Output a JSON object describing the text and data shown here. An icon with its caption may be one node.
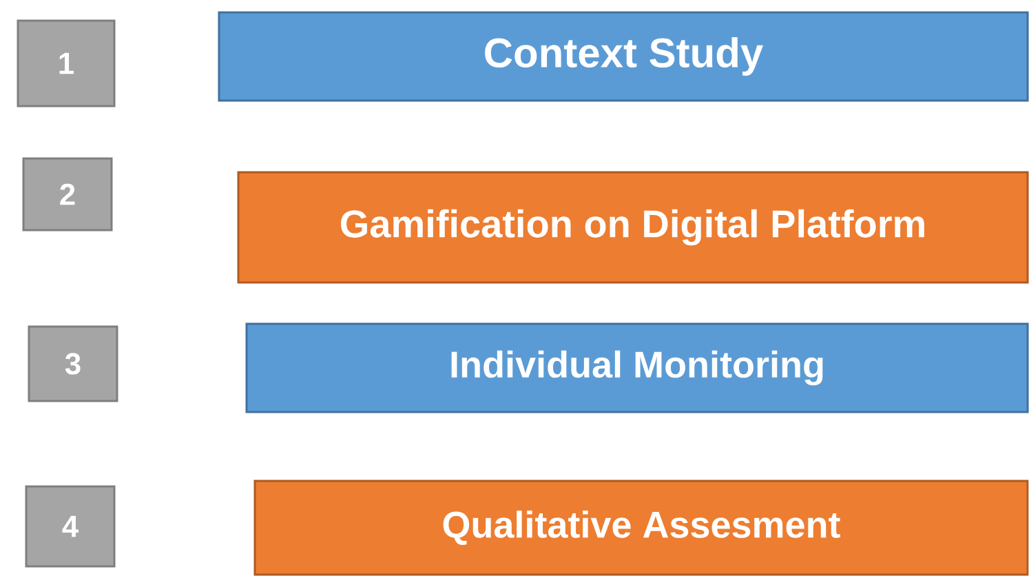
{
  "diagram": {
    "nodes": [
      {
        "text": [
          "1"
        ]
      },
      {
        "text": [
          "Context Study"
        ]
      },
      {
        "text": [
          "2"
        ]
      },
      {
        "text": [
          "Gamification on Digital Platform"
        ]
      },
      {
        "text": [
          "3"
        ]
      },
      {
        "text": [
          "Individual Monitoring"
        ]
      },
      {
        "text": [
          "4"
        ]
      },
      {
        "text": [
          "Qualitative Assesment"
        ]
      }
    ]
  }
}
